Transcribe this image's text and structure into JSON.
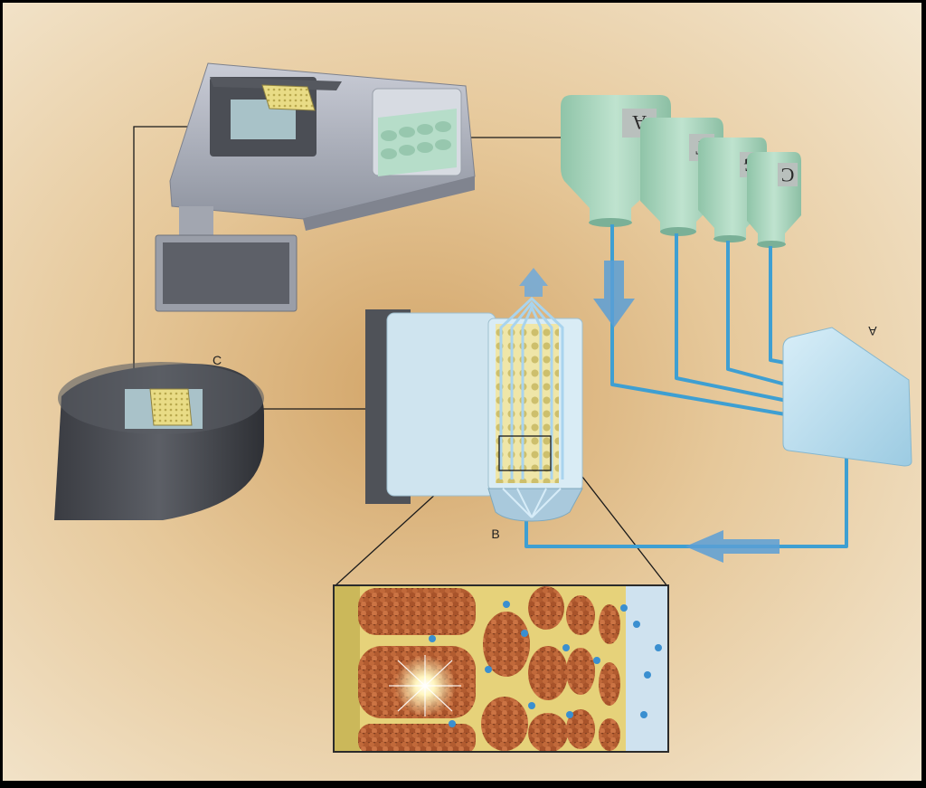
{
  "labels": {
    "a": "A",
    "b": "B",
    "c": "C"
  },
  "bottles": [
    {
      "letter": "A"
    },
    {
      "letter": "T"
    },
    {
      "letter": "G"
    },
    {
      "letter": "C"
    }
  ],
  "colors": {
    "background_center": "#f1e3c8",
    "background_edge": "#d9b27c",
    "bottle": "#a9d6bf",
    "tube": "#4aa8d8",
    "flow_cell": "#cfe6f2",
    "chip": "#e8dc8a",
    "instrument": "#b5b9c4",
    "camera": "#4a4c52"
  }
}
